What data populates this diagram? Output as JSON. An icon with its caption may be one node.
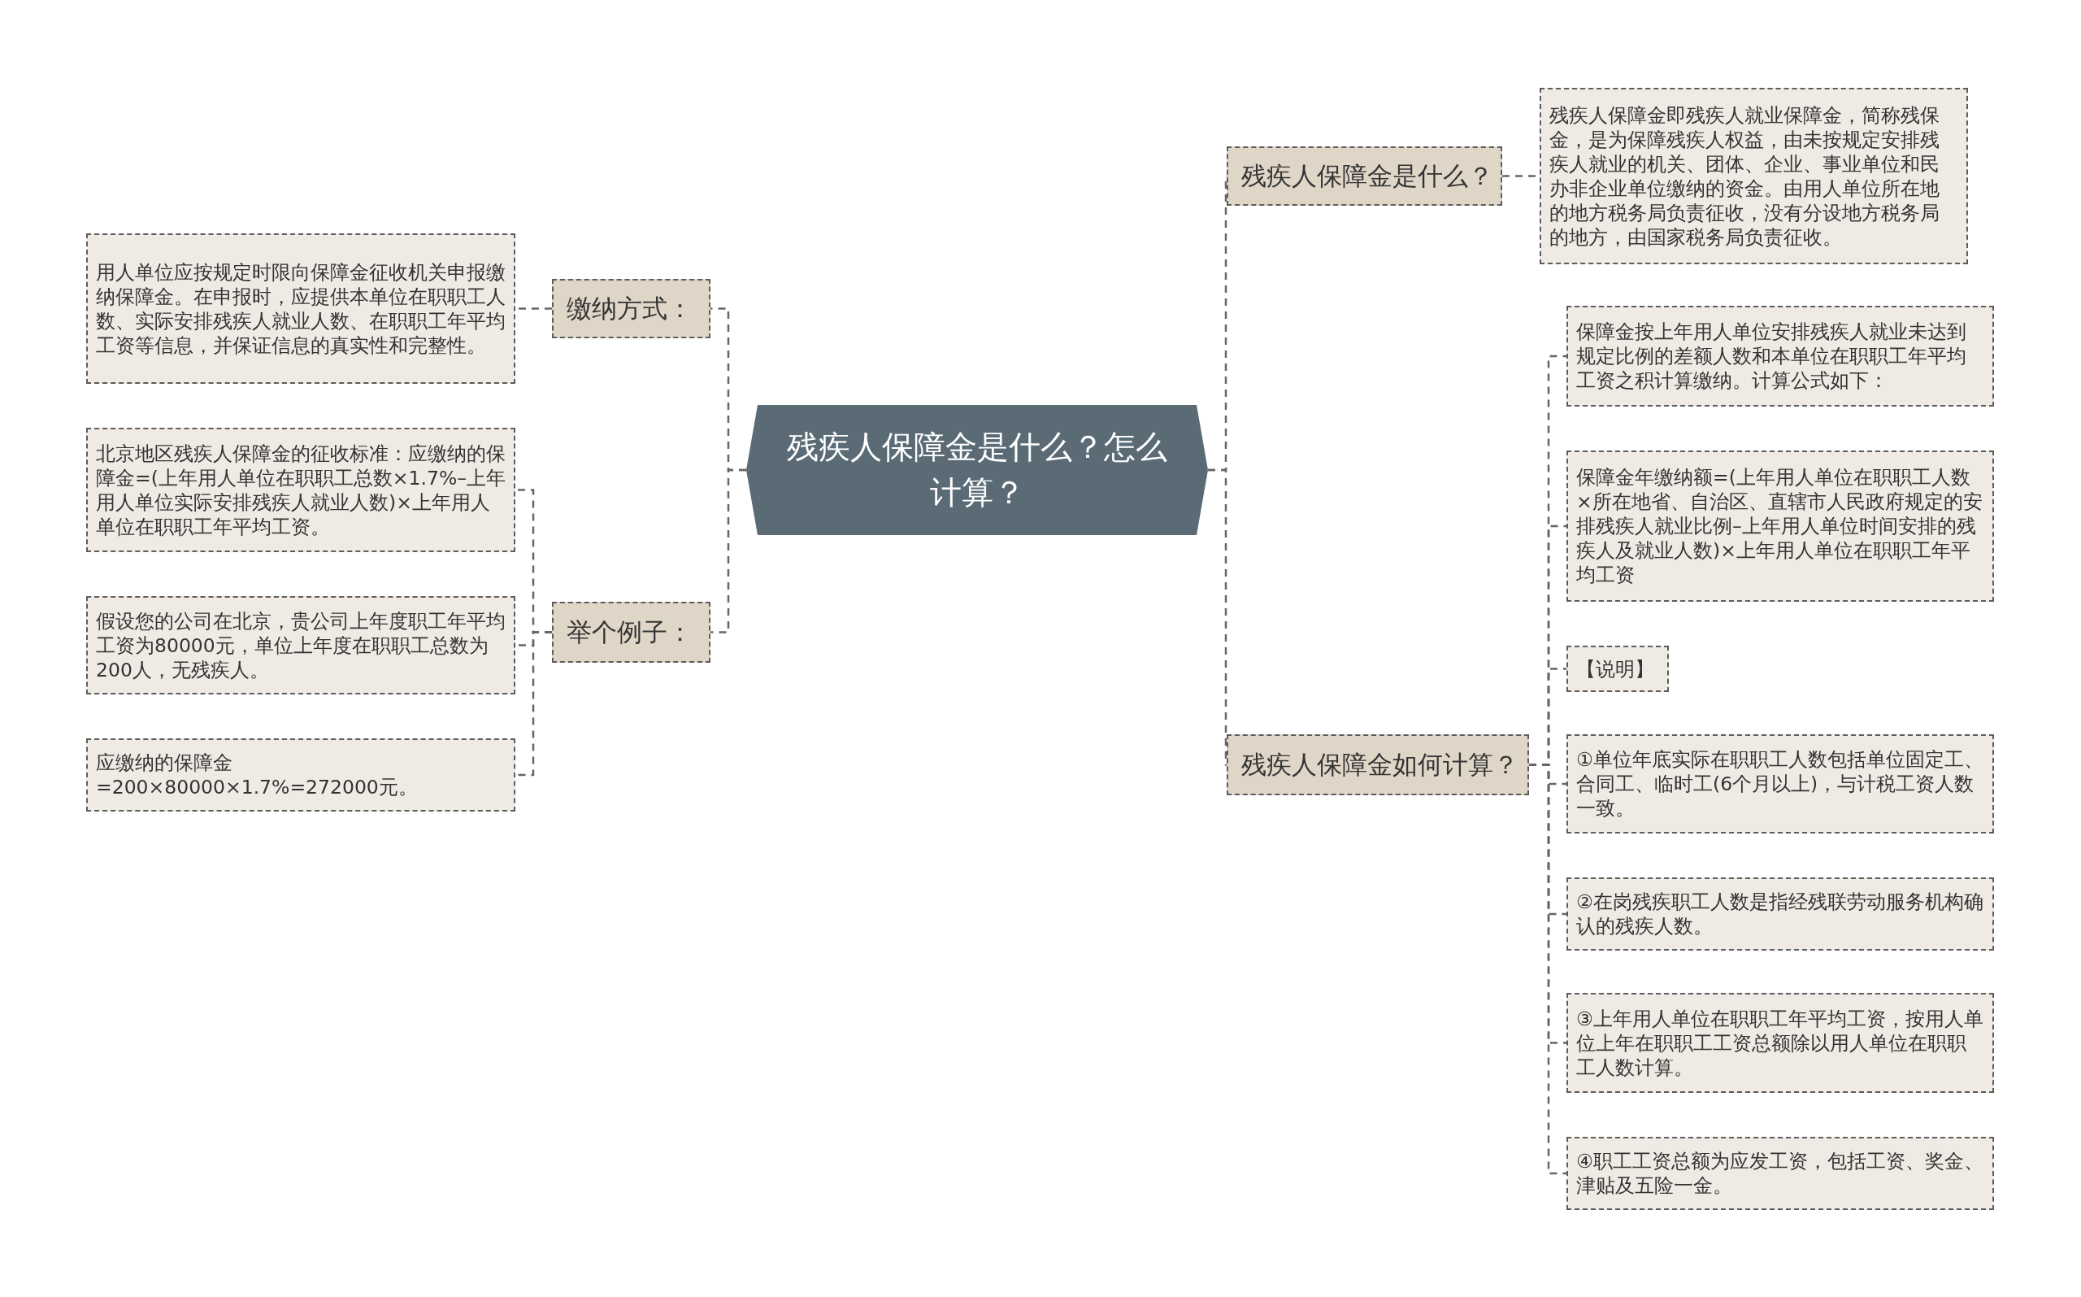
{
  "diagram": {
    "nodes": [
      {
        "text": [
          "残疾人保障金是什么？怎么计算？"
        ]
      },
      {
        "text": [
          "缴纳方式："
        ]
      },
      {
        "text": [
          "用人单位应按规定时限向保障金征收机关申报缴纳保障金。在申报时，应提供本单位在职职工人数、实际安排残疾人就业人数、在职职工年平均工资等信息，并保证信息的真实性和完整性。"
        ]
      },
      {
        "text": [
          "举个例子："
        ]
      },
      {
        "text": [
          "北京地区残疾人保障金的征收标准：应缴纳的保障金=(上年用人单位在职职工总数×1.7%–上年用人单位实际安排残疾人就业人数)×上年用人单位在职职工年平均工资。"
        ]
      },
      {
        "text": [
          "假设您的公司在北京，贵公司上年度职工年平均工资为80000元，单位上年度在职职工总数为200人，无残疾人。"
        ]
      },
      {
        "text": [
          "应缴纳的保障金=200×80000×1.7%=272000元。"
        ]
      },
      {
        "text": [
          "残疾人保障金是什么？"
        ]
      },
      {
        "text": [
          "残疾人保障金即残疾人就业保障金，简称残保金，是为保障残疾人权益，由未按规定安排残疾人就业的机关、团体、企业、事业单位和民办非企业单位缴纳的资金。由用人单位所在地的地方税务局负责征收，没有分设地方税务局的地方，由国家税务局负责征收。"
        ]
      },
      {
        "text": [
          "残疾人保障金如何计算？"
        ]
      },
      {
        "text": [
          "保障金按上年用人单位安排残疾人就业未达到规定比例的差额人数和本单位在职职工年平均工资之积计算缴纳。计算公式如下："
        ]
      },
      {
        "text": [
          "保障金年缴纳额=(上年用人单位在职职工人数×所在地省、自治区、直辖市人民政府规定的安排残疾人就业比例–上年用人单位时间安排的残疾人及就业人数)×上年用人单位在职职工年平均工资"
        ]
      },
      {
        "text": [
          "【说明】"
        ]
      },
      {
        "text": [
          "①单位年底实际在职职工人数包括单位固定工、合同工、临时工(6个月以上)，与计税工资人数一致。"
        ]
      },
      {
        "text": [
          "②在岗残疾职工人数是指经残联劳动服务机构确认的残疾人数。"
        ]
      },
      {
        "text": [
          "③上年用人单位在职职工年平均工资，按用人单位上年在职职工工资总额除以用人单位在职职工人数计算。"
        ]
      },
      {
        "text": [
          "④职工工资总额为应发工资，包括工资、奖金、津贴及五险一金。"
        ]
      }
    ],
    "edges": [
      {
        "from": 0,
        "to": 1,
        "arrow": "none"
      },
      {
        "from": 0,
        "to": 3,
        "arrow": "none"
      },
      {
        "from": 0,
        "to": 7,
        "arrow": "none"
      },
      {
        "from": 0,
        "to": 9,
        "arrow": "none"
      },
      {
        "from": 1,
        "to": 2,
        "arrow": "none"
      },
      {
        "from": 3,
        "to": 4,
        "arrow": "none"
      },
      {
        "from": 3,
        "to": 5,
        "arrow": "none"
      },
      {
        "from": 3,
        "to": 6,
        "arrow": "none"
      },
      {
        "from": 7,
        "to": 8,
        "arrow": "none"
      },
      {
        "from": 9,
        "to": 10,
        "arrow": "none"
      },
      {
        "from": 9,
        "to": 11,
        "arrow": "none"
      },
      {
        "from": 9,
        "to": 12,
        "arrow": "none"
      },
      {
        "from": 9,
        "to": 13,
        "arrow": "none"
      },
      {
        "from": 9,
        "to": 14,
        "arrow": "none"
      },
      {
        "from": 9,
        "to": 15,
        "arrow": "none"
      },
      {
        "from": 9,
        "to": 16,
        "arrow": "none"
      }
    ]
  }
}
